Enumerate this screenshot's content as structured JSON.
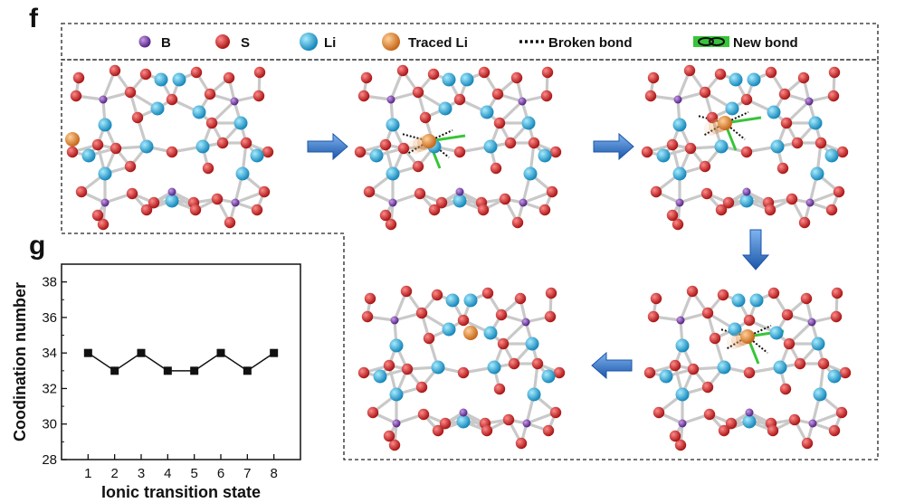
{
  "panel_f": {
    "letter": "f",
    "legend": [
      {
        "label": "B",
        "icon": "boron-atom-icon",
        "color": "#6a2ca0"
      },
      {
        "label": "S",
        "icon": "sulfur-atom-icon",
        "color": "#d81b1b"
      },
      {
        "label": "Li",
        "icon": "lithium-atom-icon",
        "color": "#22a6d8"
      },
      {
        "label": "Traced Li",
        "icon": "traced-lithium-atom-icon",
        "color": "#e58a30"
      },
      {
        "label": "Broken bond",
        "icon": "dotted-line-icon",
        "color": "#111111"
      },
      {
        "label": "New bond",
        "icon": "chain-link-icon",
        "color": "#39c43a"
      }
    ],
    "colors": {
      "bond": "#c9c9c9",
      "arrow": "#2a6fc0"
    }
  },
  "panel_g": {
    "letter": "g"
  },
  "chart_data": {
    "type": "line",
    "title": "",
    "xlabel": "Ionic transition state",
    "ylabel": "Coodination number",
    "x": [
      1,
      2,
      3,
      4,
      5,
      6,
      7,
      8
    ],
    "x_ticks": [
      "1",
      "2",
      "3",
      "4",
      "5",
      "6",
      "7",
      "8"
    ],
    "y_ticks": [
      "28",
      "30",
      "32",
      "34",
      "36",
      "38"
    ],
    "series": [
      {
        "values": [
          34,
          33,
          34,
          33,
          33,
          34,
          33,
          34
        ],
        "marker": "square",
        "color": "#111111"
      }
    ],
    "xlim": [
      0,
      9
    ],
    "ylim": [
      28,
      39
    ],
    "grid": false,
    "legend": "none"
  }
}
